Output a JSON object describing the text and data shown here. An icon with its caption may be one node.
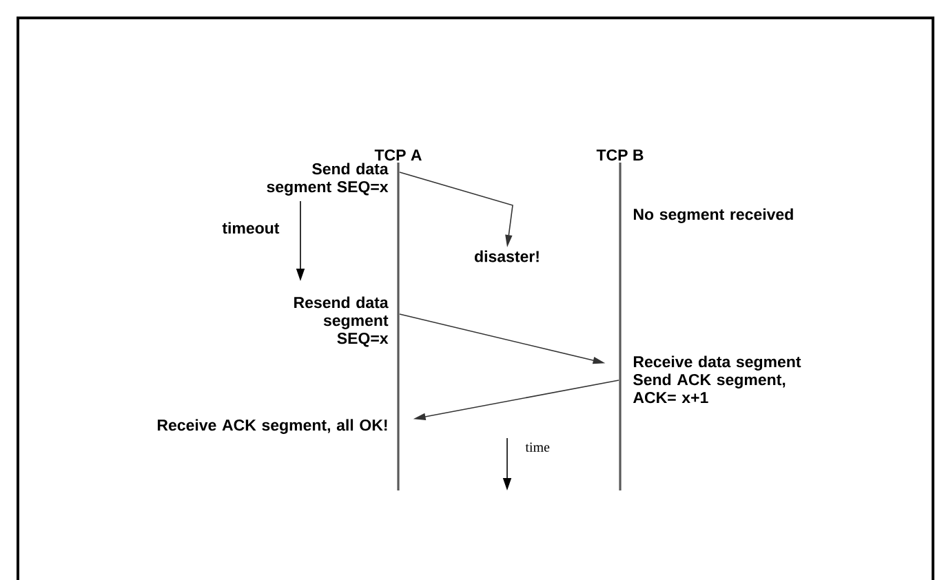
{
  "diagram": {
    "nodes": [
      {
        "text": [
          "TCP A"
        ]
      },
      {
        "text": [
          "TCP B"
        ]
      },
      {
        "text": [
          "disaster!"
        ]
      }
    ],
    "edges": [
      {
        "from": 0,
        "to": 2,
        "arrow": "to"
      },
      {
        "from": 0,
        "to": 1,
        "arrow": "to"
      },
      {
        "from": 1,
        "to": 0,
        "arrow": "to"
      }
    ],
    "labels": [
      "Send data segment SEQ=x",
      "timeout",
      "No segment received",
      "Resend data segment SEQ=x",
      "Receive data segment Send ACK segment, ACK= x+1",
      "Receive ACK segment, all OK!",
      "time"
    ]
  }
}
